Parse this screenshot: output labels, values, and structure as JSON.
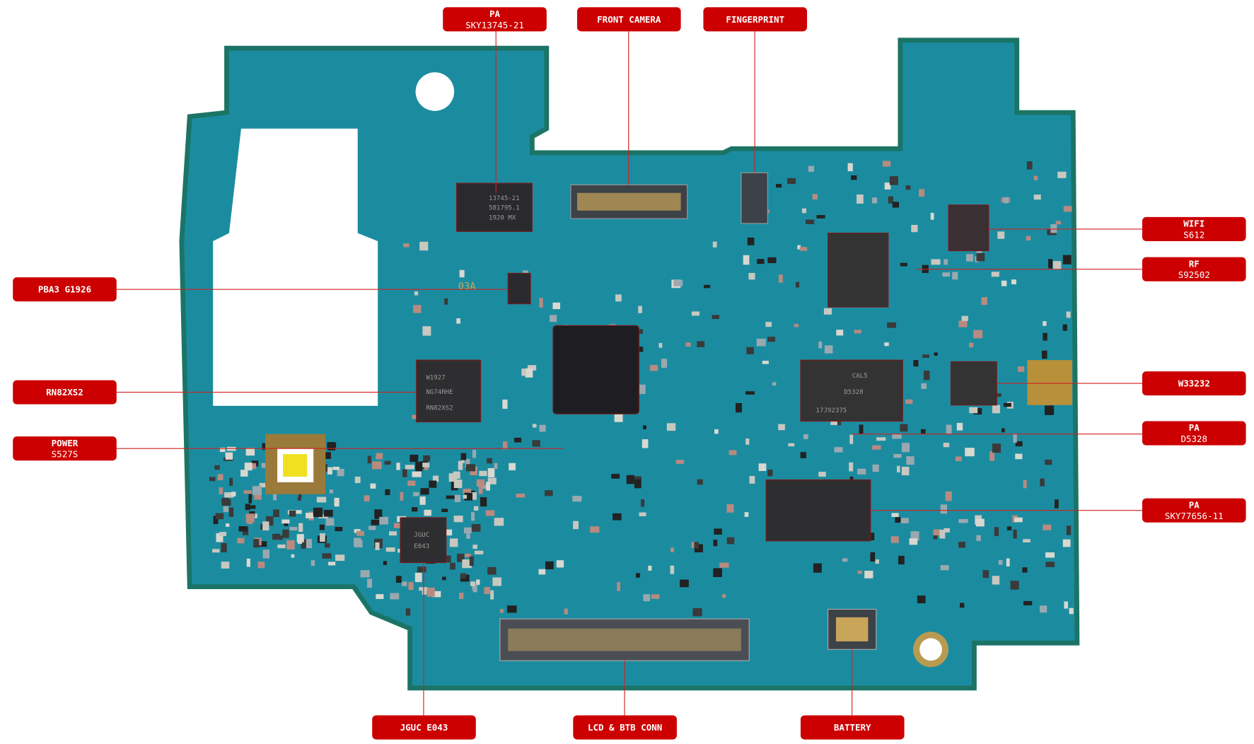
{
  "colors": {
    "label_bg": "#cc0000",
    "board": "#1a8ea0",
    "board_edge": "#1a7a6a",
    "chip": "#2a2a2e"
  },
  "labels": [
    {
      "id": "pa-sky13745",
      "title": "PA",
      "sub": "SKY13745-21"
    },
    {
      "id": "front-camera",
      "title": "FRONT CAMERA",
      "sub": ""
    },
    {
      "id": "fingerprint",
      "title": "FINGERPRINT",
      "sub": ""
    },
    {
      "id": "wifi",
      "title": "WIFI",
      "sub": "S612"
    },
    {
      "id": "rf",
      "title": "RF",
      "sub": "S92502"
    },
    {
      "id": "w33232",
      "title": "W33232",
      "sub": ""
    },
    {
      "id": "pa-d5328",
      "title": "PA",
      "sub": "D5328"
    },
    {
      "id": "pa-sky77656",
      "title": "PA",
      "sub": "SKY77656-11"
    },
    {
      "id": "pba3",
      "title": "PBA3 G1926",
      "sub": ""
    },
    {
      "id": "rn82xs2",
      "title": "RN82XS2",
      "sub": ""
    },
    {
      "id": "power",
      "title": "POWER",
      "sub": "S527S"
    },
    {
      "id": "jguc",
      "title": "JGUC E043",
      "sub": ""
    },
    {
      "id": "lcd-btb",
      "title": "LCD & BTB CONN",
      "sub": ""
    },
    {
      "id": "battery",
      "title": "BATTERY",
      "sub": ""
    }
  ],
  "chip_markings": {
    "pa1": [
      "13745-21",
      "581795.1",
      "1920 MX"
    ],
    "d5328": [
      "CAL5",
      "D5328",
      "17J92375"
    ],
    "rn": [
      "W1927",
      "NG74RHE",
      "RN82XS2"
    ],
    "jguc": [
      "JGUC",
      "E043"
    ],
    "silk": "03A"
  }
}
